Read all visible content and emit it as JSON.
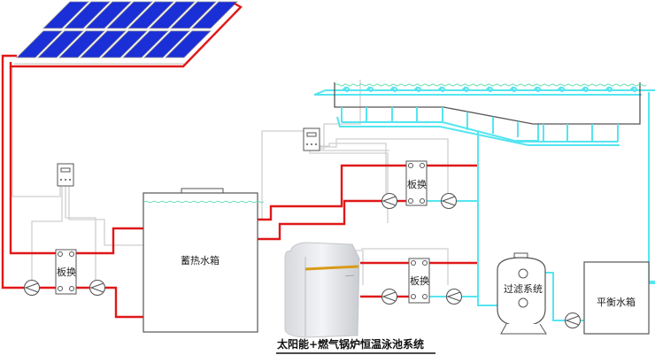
{
  "diagram": {
    "title": "太阳能+燃气锅炉恒温泳池系统",
    "colors": {
      "hot_pipe": "#e01818",
      "cold_pipe": "#55e5f0",
      "control_wire": "#cccccc",
      "solar_panel": "#1a2fd6",
      "water_surface": "#66e0b0",
      "outline": "#555555"
    },
    "components": {
      "solar_collector": {
        "label": "",
        "rows": 2,
        "cols": 8
      },
      "controller_solar": {
        "label": ""
      },
      "controller_pool": {
        "label": ""
      },
      "heat_exchanger_solar": {
        "label": "板换"
      },
      "heat_exchanger_upper": {
        "label": "板换"
      },
      "heat_exchanger_boiler": {
        "label": "板换"
      },
      "storage_tank": {
        "label": "蓄热水箱"
      },
      "gas_boiler": {
        "label": ""
      },
      "filter_system": {
        "label": "过滤系统"
      },
      "balance_tank": {
        "label": "平衡水箱"
      },
      "pool": {
        "label": ""
      }
    }
  }
}
